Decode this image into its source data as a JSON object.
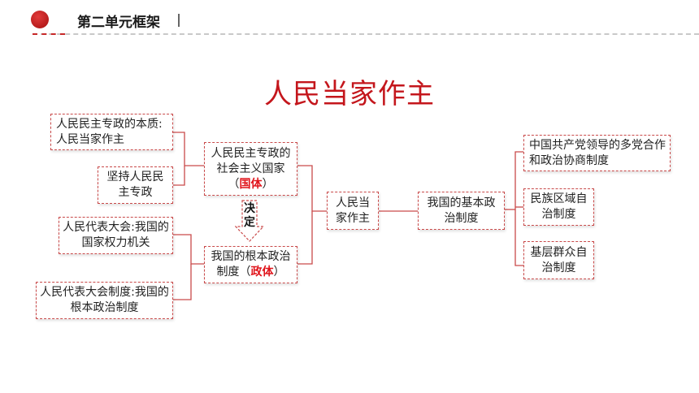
{
  "header": {
    "title": "第二单元框架"
  },
  "title": "人民当家作主",
  "boxes": {
    "essence": "人民民主专政的本质:人民当家作主",
    "adhere": "坚持人民民主专政",
    "npc": "人民代表大会:我国的国家权力机关",
    "npc_system": "人民代表大会制度:我国的根本政治制度",
    "state_nature_pre": "人民民主专政的社会主义国家（",
    "state_nature_red": "国体",
    "state_nature_post": "）",
    "decide": "决定",
    "gov_form_pre": "我国的根本政治制度（",
    "gov_form_red": "政体",
    "gov_form_post": "）",
    "center": "人民当家作主",
    "basic_system": "我国的基本政治制度",
    "cpc_coop": "中国共产党领导的多党合作和政治协商制度",
    "ethnic": "民族区域自治制度",
    "grassroots": "基层群众自治制度"
  }
}
